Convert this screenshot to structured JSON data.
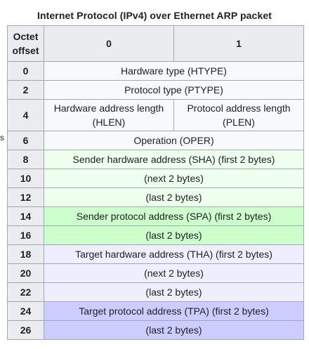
{
  "edge_fragment": "s",
  "caption": "Internet Protocol (IPv4) over Ethernet ARP packet",
  "header": {
    "offset_label": "Octet offset",
    "col0": "0",
    "col1": "1"
  },
  "rows": [
    {
      "offset": "0",
      "text": "Hardware type (HTYPE)"
    },
    {
      "offset": "2",
      "text": "Protocol type (PTYPE)"
    },
    {
      "offset": "4",
      "left": "Hardware address length (HLEN)",
      "right": "Protocol address length (PLEN)"
    },
    {
      "offset": "6",
      "text": "Operation (OPER)"
    },
    {
      "offset": "8",
      "text": "Sender hardware address (SHA) (first 2 bytes)"
    },
    {
      "offset": "10",
      "text": "(next 2 bytes)"
    },
    {
      "offset": "12",
      "text": "(last 2 bytes)"
    },
    {
      "offset": "14",
      "text": "Sender protocol address (SPA) (first 2 bytes)"
    },
    {
      "offset": "16",
      "text": "(last 2 bytes)"
    },
    {
      "offset": "18",
      "text": "Target hardware address (THA) (first 2 bytes)"
    },
    {
      "offset": "20",
      "text": "(next 2 bytes)"
    },
    {
      "offset": "22",
      "text": "(last 2 bytes)"
    },
    {
      "offset": "24",
      "text": "Target protocol address (TPA) (first 2 bytes)"
    },
    {
      "offset": "26",
      "text": "(last 2 bytes)"
    }
  ],
  "colors": {
    "header_bg": "#eaecf0",
    "cell_bg": "#f8f9fa",
    "border": "#a2a9b1",
    "sha_bg": "#eeffee",
    "spa_bg": "#ccffcc",
    "tha_bg": "#eeeeff",
    "tpa_bg": "#ccccff"
  }
}
